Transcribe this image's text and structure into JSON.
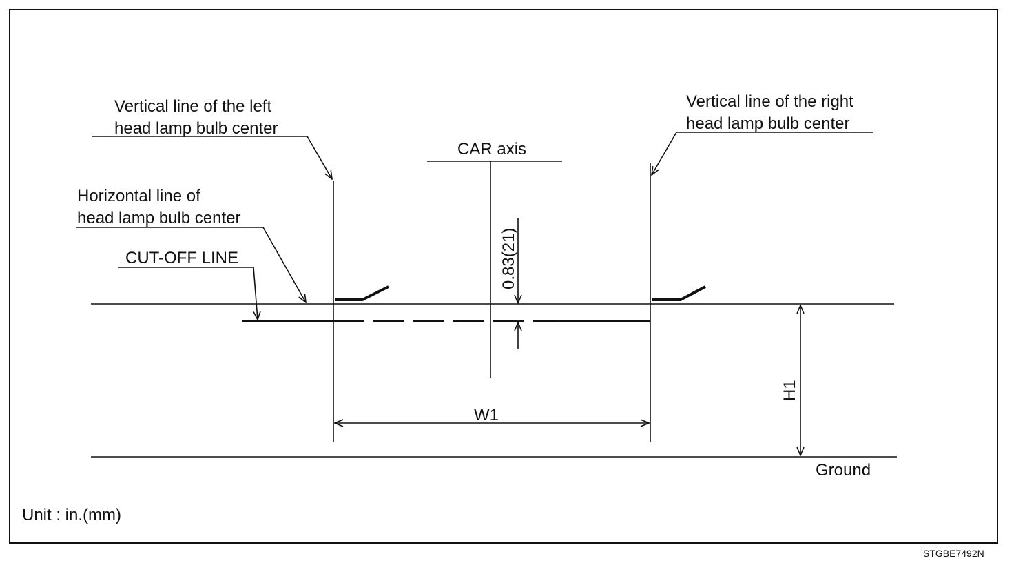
{
  "labels": {
    "vertical_left_line1": "Vertical line of the left",
    "vertical_left_line2": "head lamp bulb center",
    "vertical_right_line1": "Vertical line of the right",
    "vertical_right_line2": "head lamp bulb center",
    "car_axis": "CAR axis",
    "horizontal_line1": "Horizontal line of",
    "horizontal_line2": "head lamp bulb center",
    "cutoff_line": "CUT-OFF LINE",
    "offset_dimension": "0.83(21)",
    "w1": "W1",
    "h1": "H1",
    "ground": "Ground",
    "unit": "Unit : in.(mm)",
    "figure_code": "STGBE7492N"
  }
}
